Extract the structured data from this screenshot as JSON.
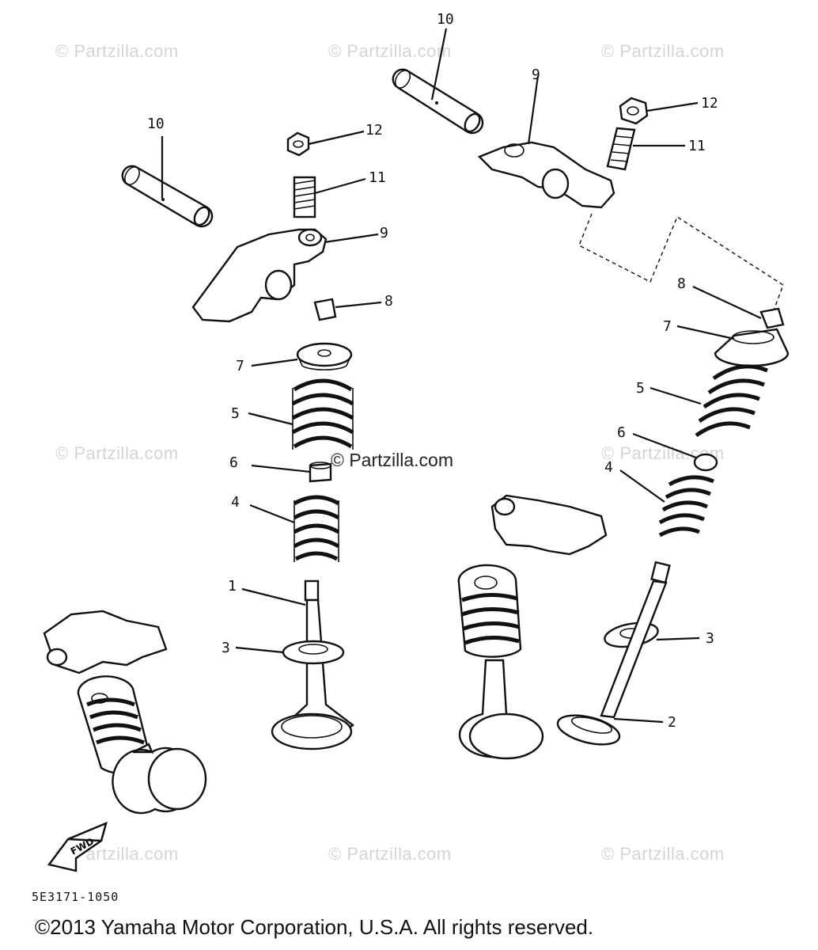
{
  "watermark": {
    "text": "© Partzilla.com",
    "center_text": "© Partzilla.com"
  },
  "callouts": {
    "c10_left": "10",
    "c12_left": "12",
    "c11_left": "11",
    "c9_left": "9",
    "c8_left": "8",
    "c7_left": "7",
    "c5_left": "5",
    "c6_left": "6",
    "c4_left": "4",
    "c1": "1",
    "c3_left": "3",
    "c10_right": "10",
    "c9_right": "9",
    "c12_right": "12",
    "c11_right": "11",
    "c8_right": "8",
    "c7_right": "7",
    "c5_right": "5",
    "c6_right": "6",
    "c4_right": "4",
    "c3_right": "3",
    "c2": "2"
  },
  "fwd_label": "FWD",
  "ref_code": "5E3171-1050",
  "copyright": "©2013 Yamaha Motor Corporation, U.S.A. All rights reserved."
}
